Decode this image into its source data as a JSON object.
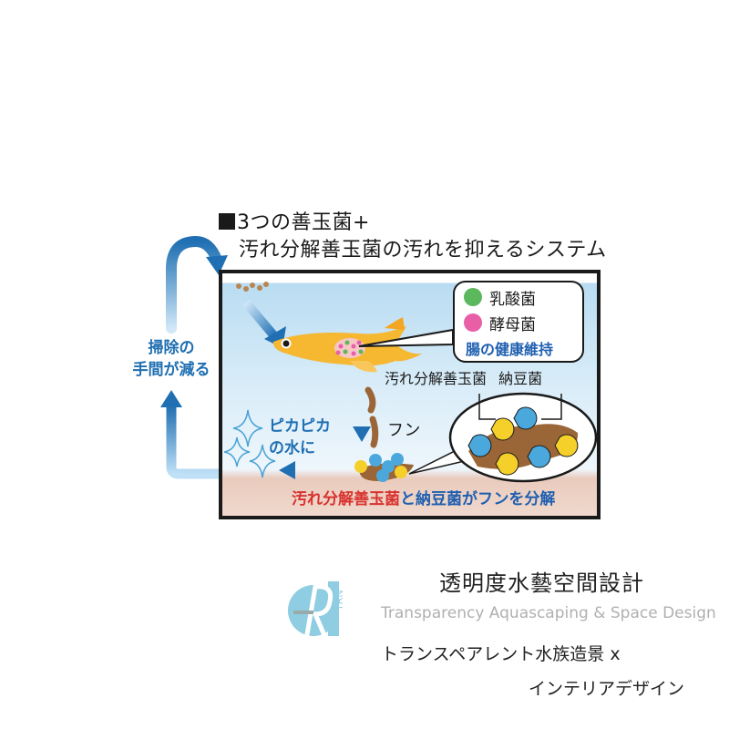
{
  "diagram": {
    "title_line1": "3つの善玉菌+",
    "title_line2": "汚れ分解善玉菌の汚れを抑えるシステム",
    "cycle_label_line1": "掃除の",
    "cycle_label_line2": "手間が減る",
    "gut_bubble": {
      "items": [
        {
          "label": "乳酸菌",
          "color": "#5cb85c"
        },
        {
          "label": "酵母菌",
          "color": "#e85fa8"
        }
      ],
      "caption": "腸の健康維持"
    },
    "bacteria_labels": {
      "left": "汚れ分解善玉菌",
      "right": "納豆菌"
    },
    "feces_label": "フン",
    "clean_water_line1": "ピカピカ",
    "clean_water_line2": "の水に",
    "bottom_caption": {
      "red_part": "汚れ分解善玉菌",
      "blue_part": "と納豆菌がフンを分解"
    },
    "colors": {
      "arrow_blue": "#1f6fb2",
      "water": "#b9dcf2",
      "fish": "#f6b731",
      "bacteria_yellow": "#f5cf2a",
      "bacteria_blue": "#4aa8dc",
      "sludge": "#9b6637"
    }
  },
  "brand": {
    "logo_letter": "R",
    "logo_sub": "TRN",
    "name_jp": "透明度水藝空間設計",
    "name_en": "Transparency Aquascaping & Space Design",
    "tagline_line1": "トランスペアレント水族造景 x",
    "tagline_line2": "インテリアデザイン"
  }
}
